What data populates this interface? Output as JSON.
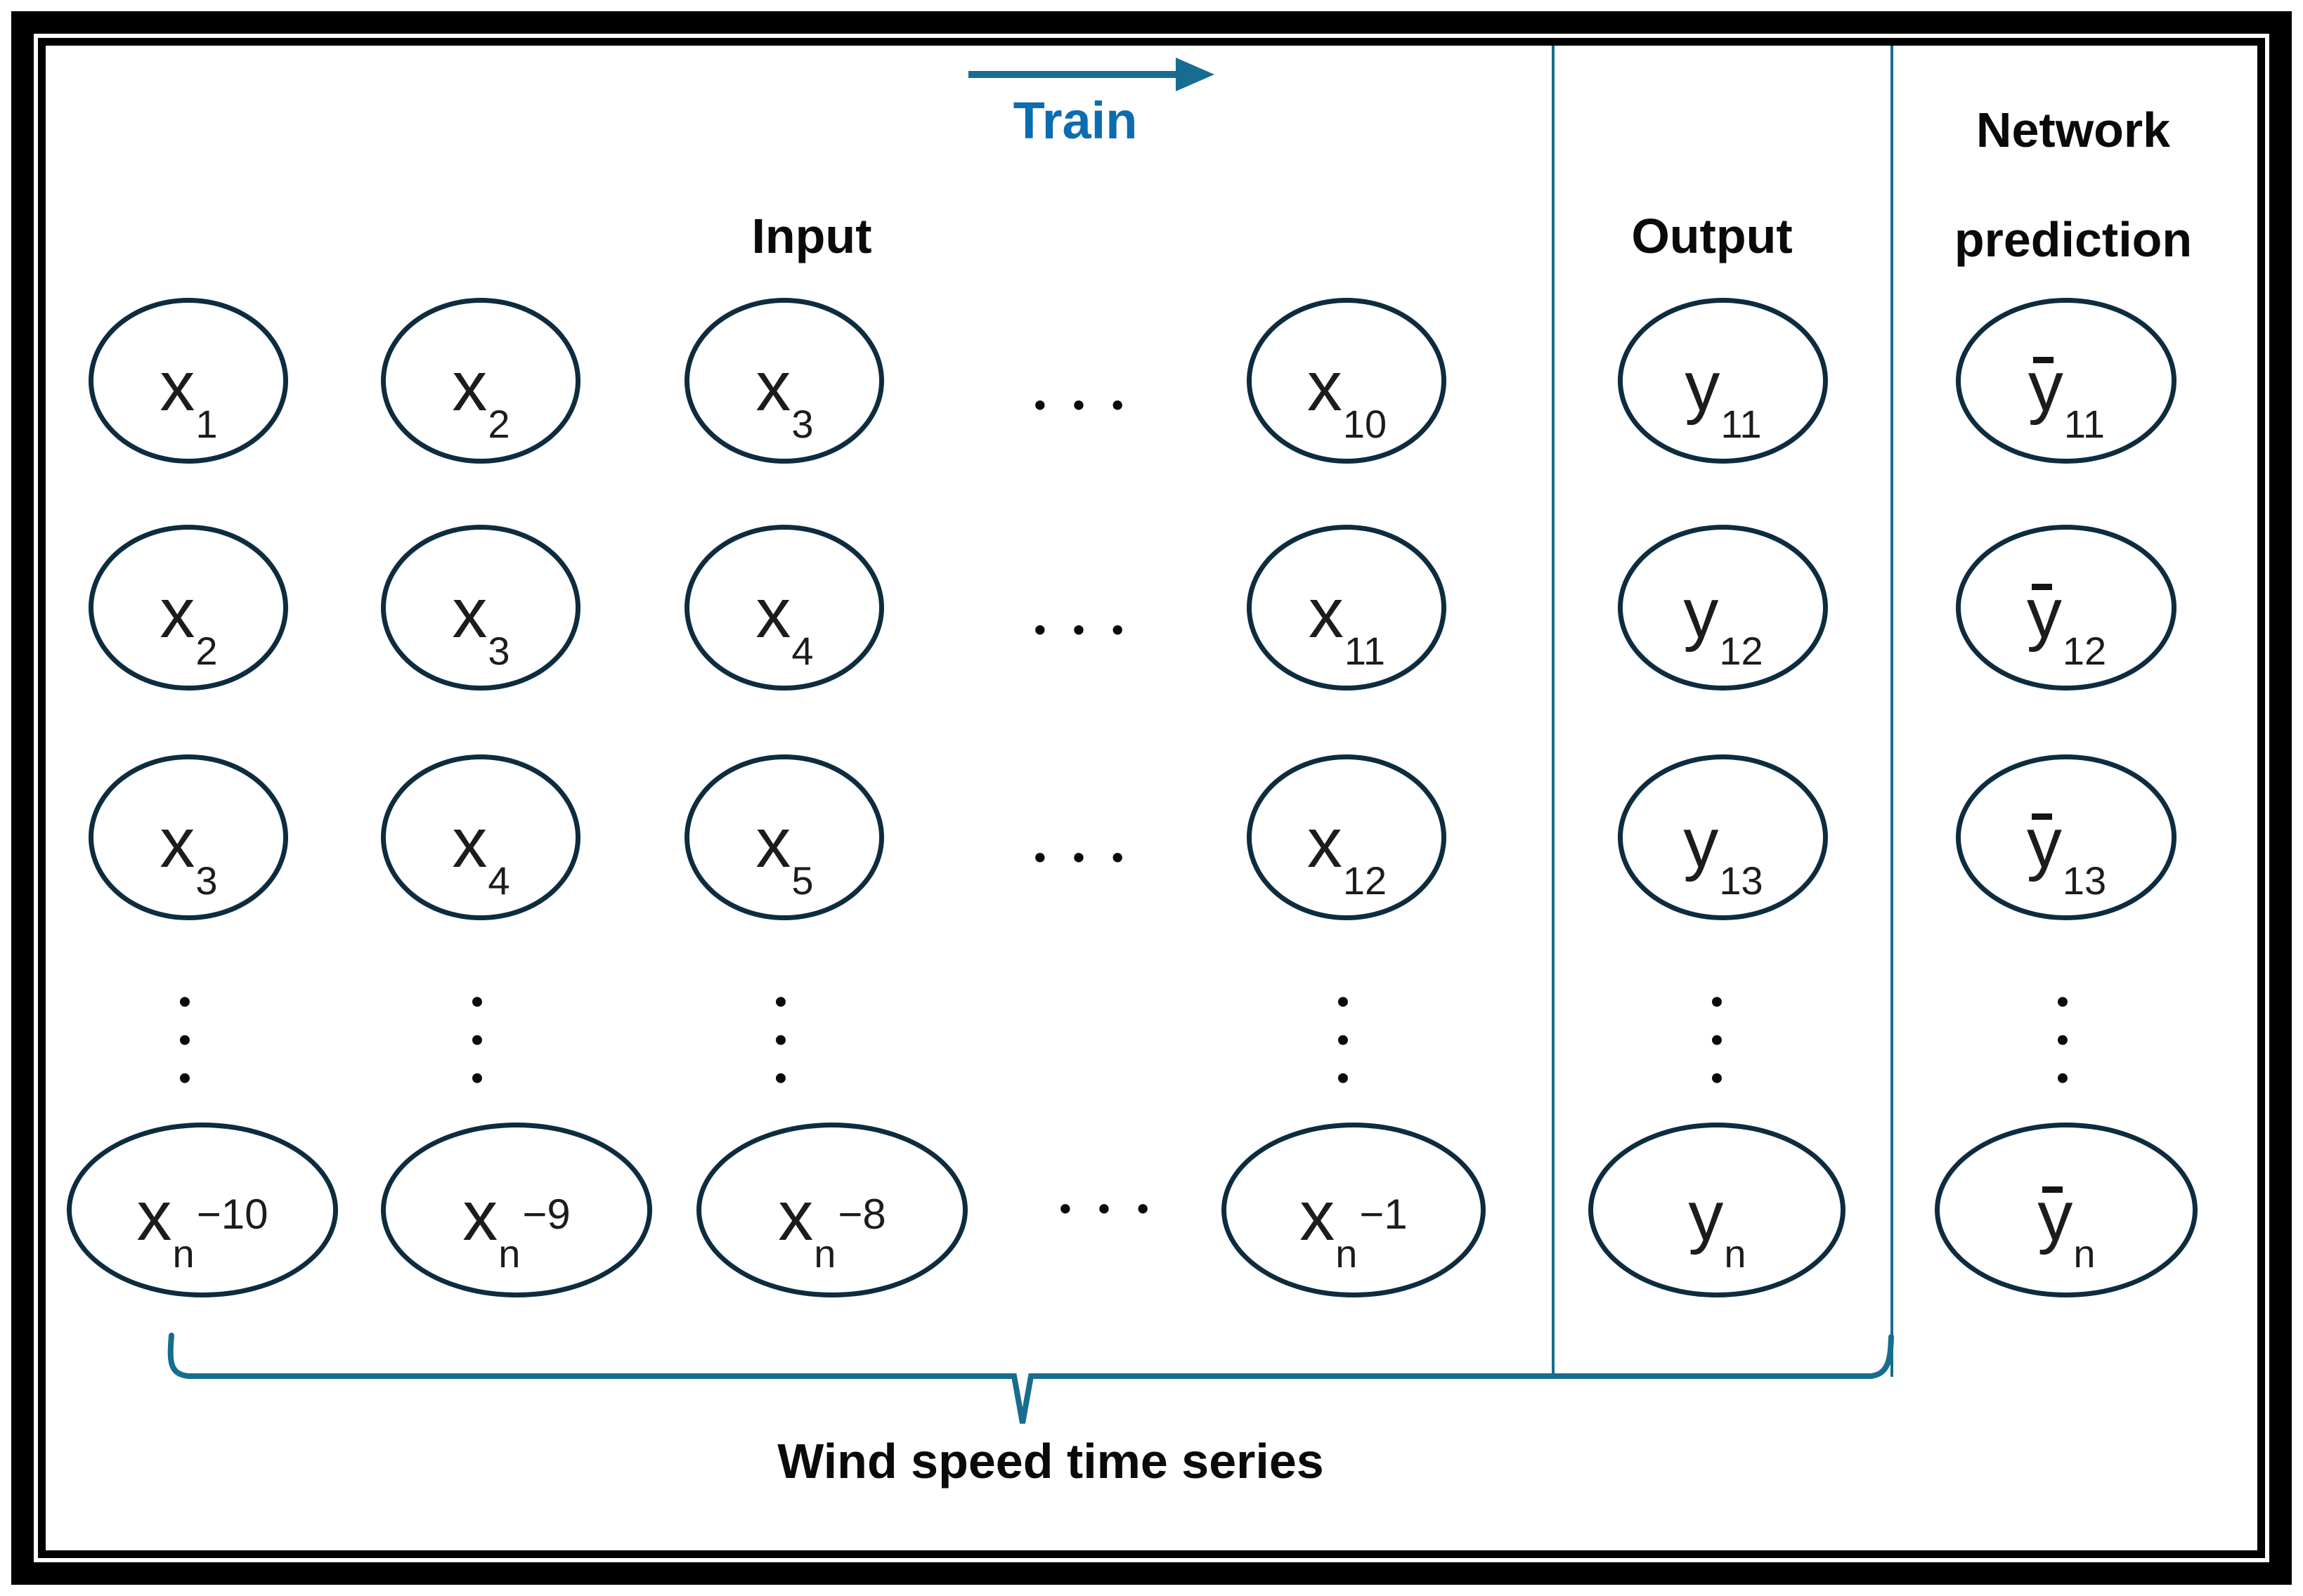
{
  "header": {
    "train_label": "Train",
    "input": "Input",
    "output": "Output",
    "network_line1": "Network",
    "network_line2": "prediction"
  },
  "footer": {
    "brace_label": "Wind speed time series"
  },
  "ellipsis": {
    "horizontal": "•••",
    "vertical": "•••"
  },
  "colors": {
    "teal_lines": "#176d90",
    "train_blue": "#0c6cb0",
    "node_stroke": "#0d2c3f",
    "frame_black": "#000000",
    "background": "#ffffff"
  },
  "nodes": {
    "rows": [
      {
        "cells": [
          {
            "main": "x",
            "sub": "1"
          },
          {
            "main": "x",
            "sub": "2"
          },
          {
            "main": "x",
            "sub": "3"
          },
          {
            "main": "x",
            "sub": "10"
          },
          {
            "main": "y",
            "sub": "11"
          },
          {
            "main": "y",
            "sub": "11",
            "bar": true
          }
        ]
      },
      {
        "cells": [
          {
            "main": "x",
            "sub": "2"
          },
          {
            "main": "x",
            "sub": "3"
          },
          {
            "main": "x",
            "sub": "4"
          },
          {
            "main": "x",
            "sub": "11"
          },
          {
            "main": "y",
            "sub": "12"
          },
          {
            "main": "y",
            "sub": "12",
            "bar": true
          }
        ]
      },
      {
        "cells": [
          {
            "main": "x",
            "sub": "3"
          },
          {
            "main": "x",
            "sub": "4"
          },
          {
            "main": "x",
            "sub": "5"
          },
          {
            "main": "x",
            "sub": "12"
          },
          {
            "main": "y",
            "sub": "13"
          },
          {
            "main": "y",
            "sub": "13",
            "bar": true
          }
        ]
      },
      {
        "cells": [
          {
            "main": "x",
            "sub": "n",
            "post": "−10"
          },
          {
            "main": "x",
            "sub": "n",
            "post": "−9"
          },
          {
            "main": "x",
            "sub": "n",
            "post": "−8"
          },
          {
            "main": "x",
            "sub": "n",
            "post": "−1"
          },
          {
            "main": "y",
            "sub": "n"
          },
          {
            "main": "y",
            "sub": "n",
            "bar": true
          }
        ]
      }
    ]
  }
}
